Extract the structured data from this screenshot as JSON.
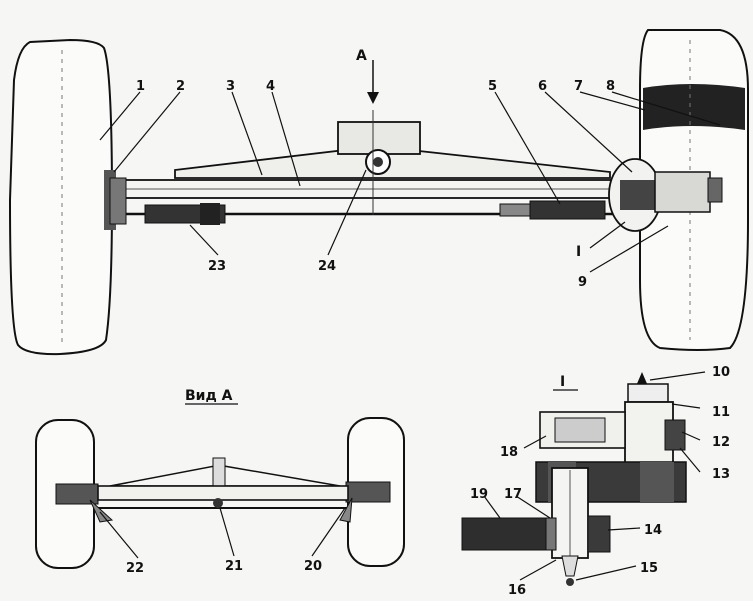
{
  "labels": {
    "n1": "1",
    "n2": "2",
    "n3": "3",
    "n4": "4",
    "n5": "5",
    "n6": "6",
    "n7": "7",
    "n8": "8",
    "n9": "9",
    "n10": "10",
    "n11": "11",
    "n12": "12",
    "n13": "13",
    "n14": "14",
    "n15": "15",
    "n16": "16",
    "n17": "17",
    "n18": "18",
    "n19": "19",
    "n20": "20",
    "n21": "21",
    "n22": "22",
    "n23": "23",
    "n24": "24"
  },
  "view_a_label": "Вид А",
  "arrow_a_label": "А",
  "detail_label": "I",
  "detail_ref_label": "I"
}
